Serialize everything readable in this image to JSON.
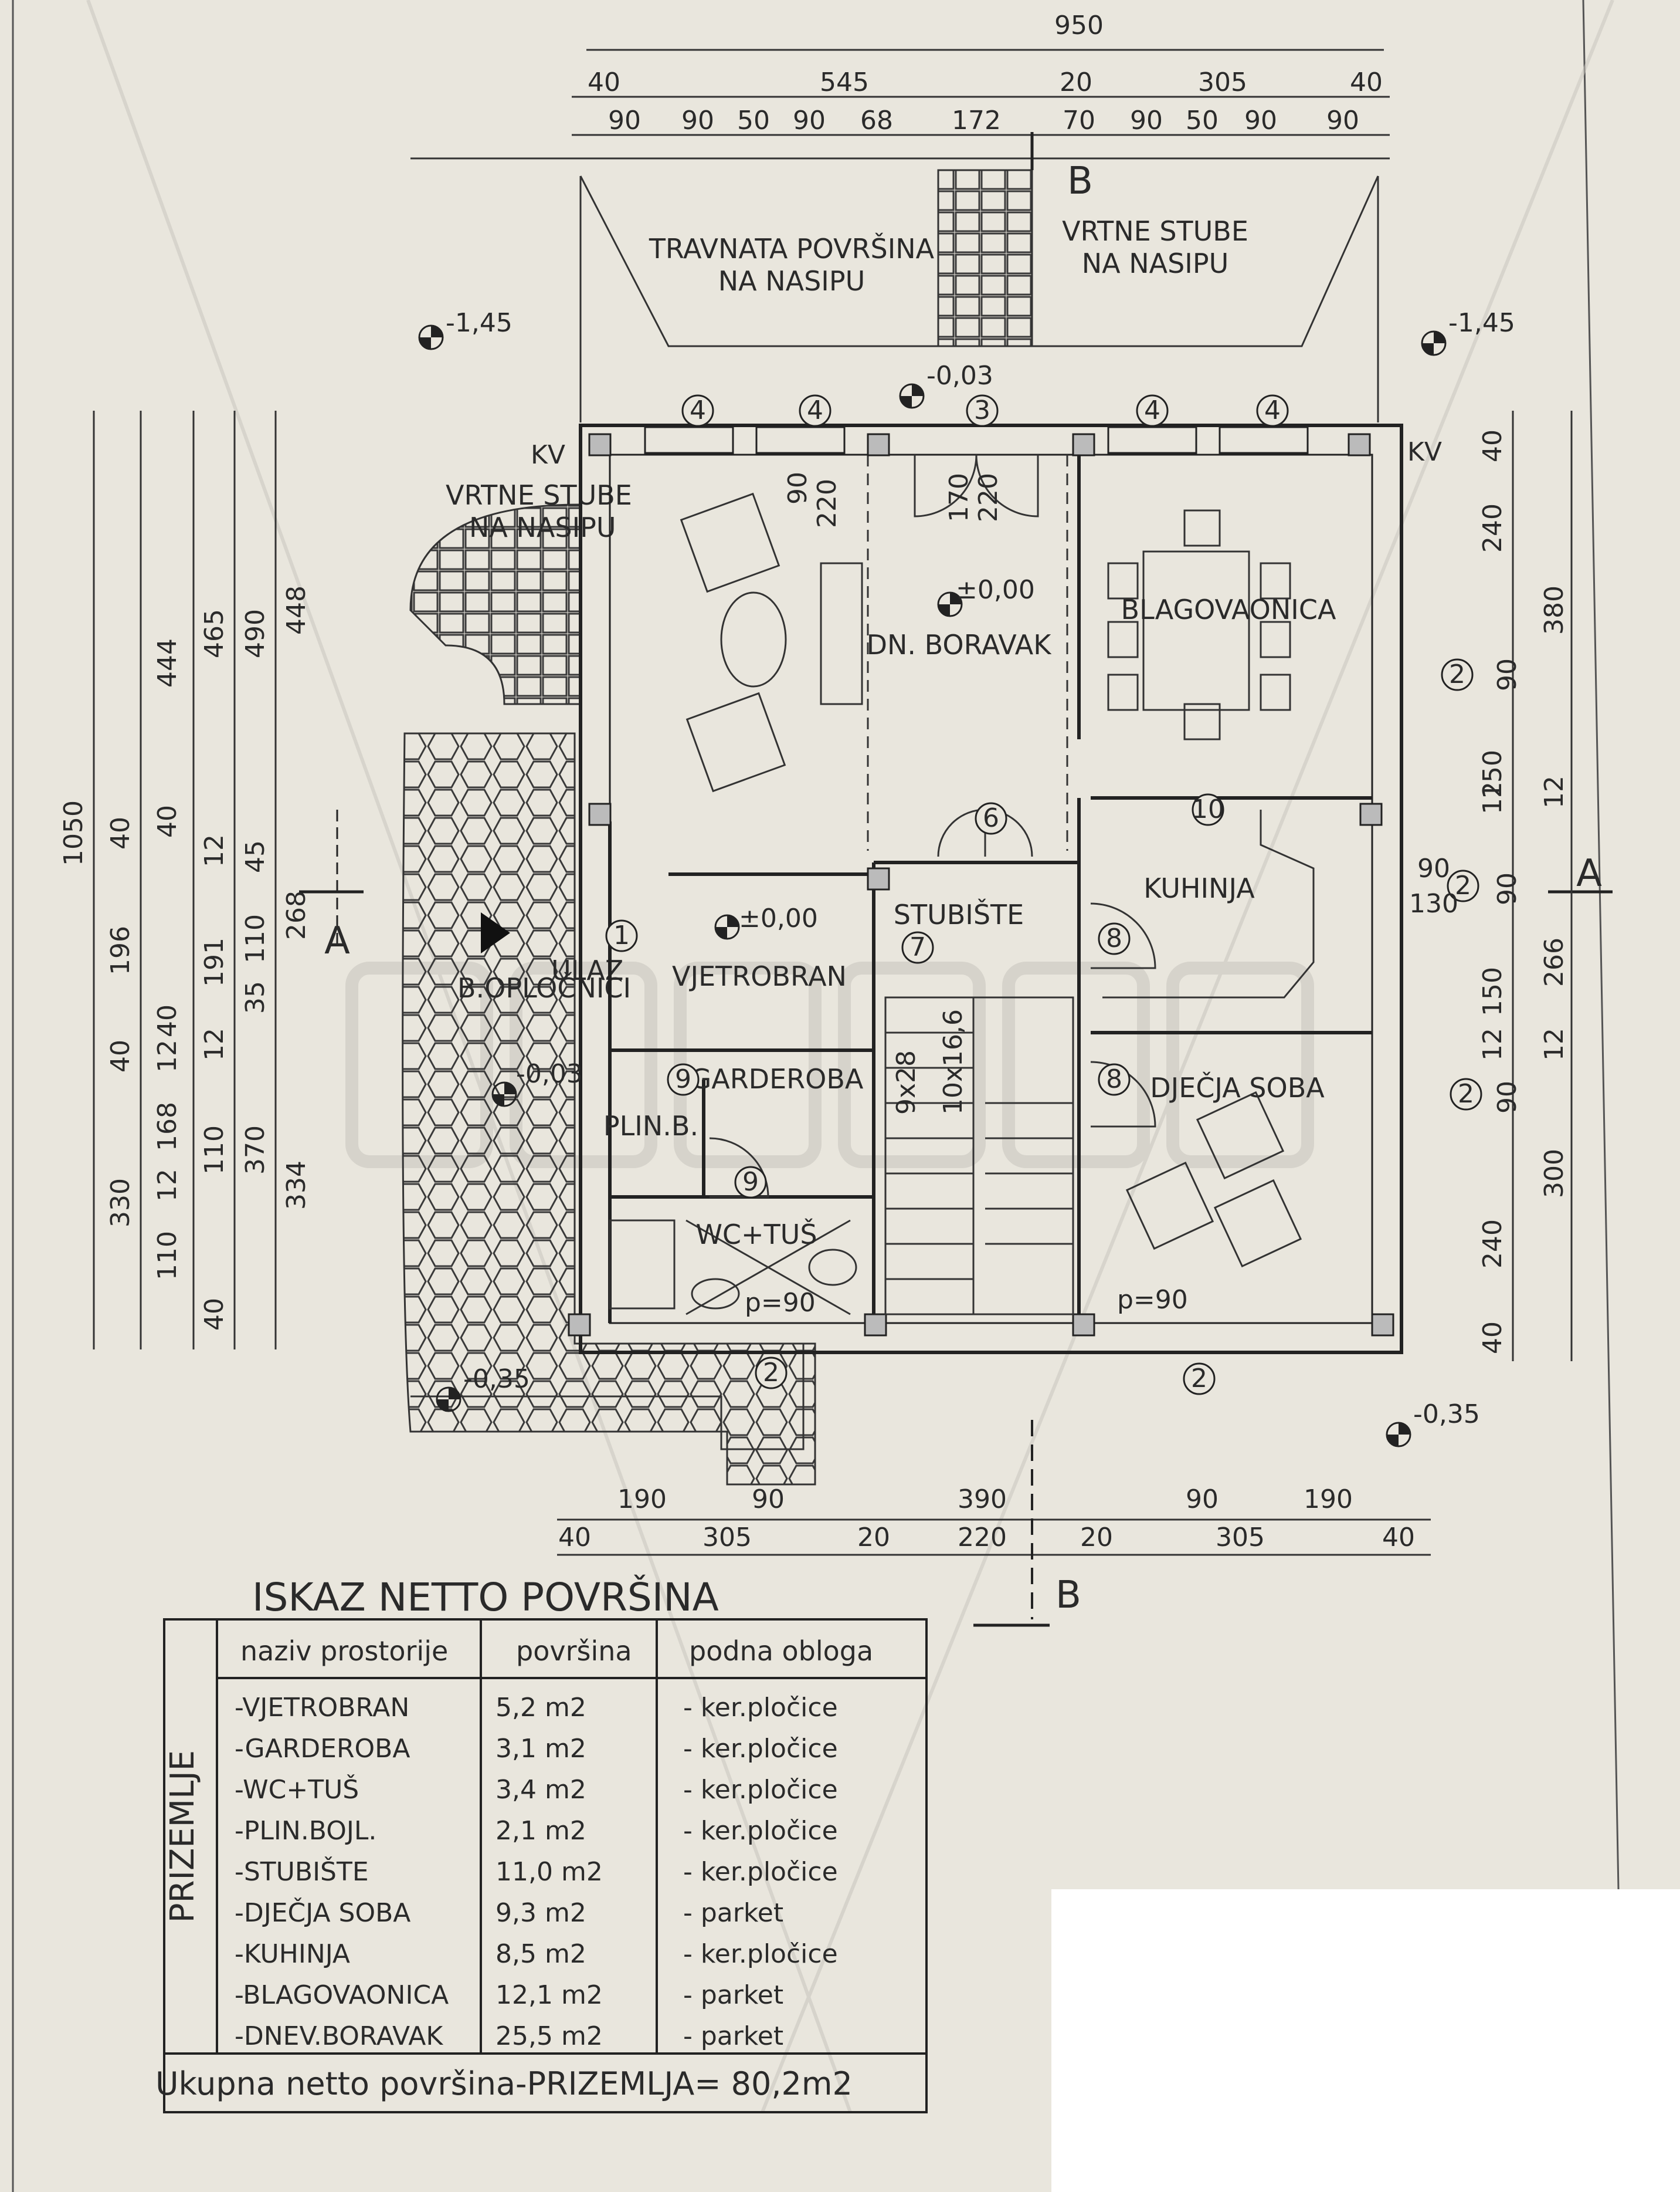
{
  "dimensions": {
    "top_total": "950",
    "top_row1": [
      "40",
      "545",
      "20",
      "305",
      "40"
    ],
    "top_row2": [
      "90",
      "90",
      "50",
      "90",
      "68",
      "172",
      "70",
      "90",
      "50",
      "90",
      "90"
    ],
    "left_total": "1050",
    "left_col1": [
      "330",
      "40",
      "196",
      "40"
    ],
    "left_col2": [
      "444",
      "40",
      "110",
      "12",
      "168",
      "12",
      "40"
    ],
    "left_col3": [
      "465",
      "12",
      "191",
      "12",
      "110",
      "40"
    ],
    "left_col4": [
      "490",
      "45",
      "110",
      "35",
      "370"
    ],
    "left_col5": [
      "448",
      "268",
      "334"
    ],
    "right_col1": [
      "40",
      "240",
      "150",
      "12",
      "150",
      "12",
      "240",
      "40"
    ],
    "right_col1_extra": [
      "90",
      "90",
      "90",
      "90",
      "130"
    ],
    "right_col2": [
      "380",
      "12",
      "266",
      "12",
      "300"
    ],
    "bottom_row1": [
      "190",
      "90",
      "390",
      "90",
      "190"
    ],
    "bottom_row2": [
      "40",
      "305",
      "20",
      "220",
      "20",
      "305",
      "40"
    ]
  },
  "rooms": {
    "dn_boravak": "DN. BORAVAK",
    "blagovaonica": "BLAGOVAONICA",
    "kuhinja": "KUHINJA",
    "stubiste": "STUBIŠTE",
    "djecja_soba": "DJEČJA SOBA",
    "vjetrobran": "VJETROBRAN",
    "garderoba": "GARDEROBA",
    "plin_b": "PLIN.B.",
    "wc_tus": "WC+TUŠ",
    "ulaz": "ULAZ",
    "b_oplocnici": "B.OPLOČNICI"
  },
  "annotations": {
    "travnata": "TRAVNATA POVRŠINA",
    "na_nasipu": "NA NASIPU",
    "vrtne_stube": "VRTNE STUBE",
    "kv": "KV",
    "section_a": "A",
    "section_b": "B",
    "level_m145": "-1,45",
    "level_m003": "-0,03",
    "level_000": "±0,00",
    "level_m035": "-0,35",
    "p90": "p=90",
    "stair_a": "9x28",
    "stair_b": "10x16,6",
    "door_90_220": [
      "90",
      "220"
    ],
    "door_170_220": [
      "170",
      "220"
    ],
    "circled_marks": [
      "1",
      "2",
      "3",
      "4",
      "6",
      "7",
      "8",
      "9",
      "10"
    ]
  },
  "table": {
    "title": "ISKAZ NETTO POVRŠINA",
    "headers": [
      "naziv prostorije",
      "površina",
      "podna obloga"
    ],
    "group_label": "PRIZEMLJE",
    "rows": [
      {
        "name": "-VJETROBRAN",
        "area": "5,2  m2",
        "floor": "-  ker.pločice"
      },
      {
        "name": "-GARDEROBA",
        "area": "3,1  m2",
        "floor": "-  ker.pločice"
      },
      {
        "name": "-WC+TUŠ",
        "area": "3,4  m2",
        "floor": "-  ker.pločice"
      },
      {
        "name": "-PLIN.BOJL.",
        "area": "2,1  m2",
        "floor": "-  ker.pločice"
      },
      {
        "name": "-STUBIŠTE",
        "area": "11,0  m2",
        "floor": "-  ker.pločice"
      },
      {
        "name": "-DJEČJA SOBA",
        "area": "9,3  m2",
        "floor": "-  parket"
      },
      {
        "name": "-KUHINJA",
        "area": "8,5  m2",
        "floor": "-  ker.pločice"
      },
      {
        "name": "-BLAGOVAONICA",
        "area": "12,1  m2",
        "floor": "-  parket"
      },
      {
        "name": "-DNEV.BORAVAK",
        "area": "25,5  m2",
        "floor": "-  parket"
      }
    ],
    "total": "Ukupna  netto  površina-PRIZEMLJA=  80,2m2"
  },
  "colors": {
    "paper": "#e9e6dd",
    "ink": "#2a2a2a",
    "watermark": "#c8c5be"
  }
}
